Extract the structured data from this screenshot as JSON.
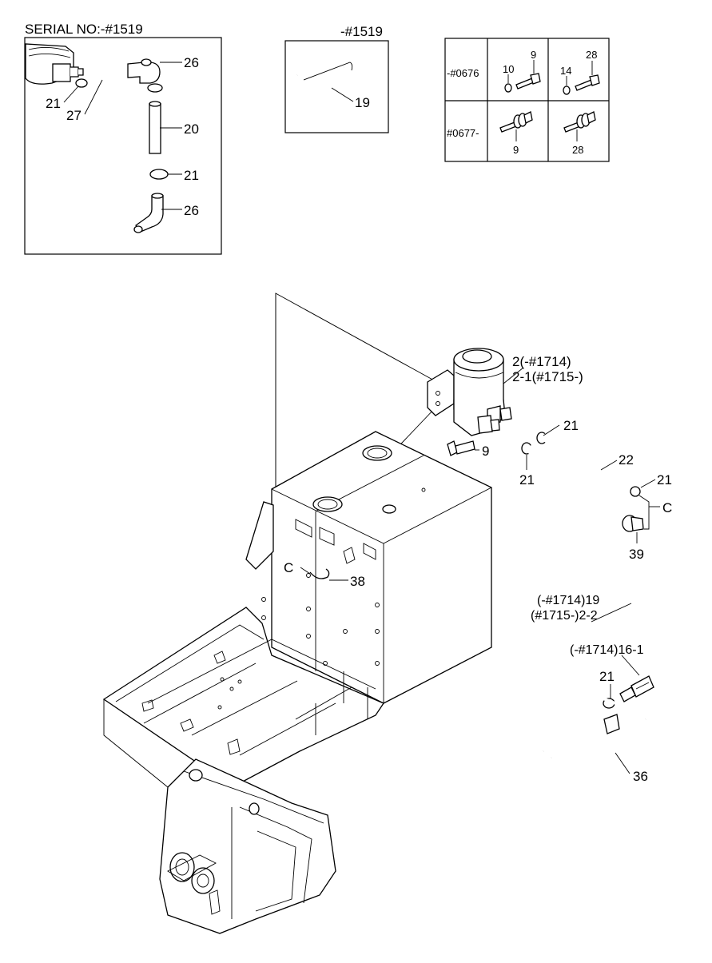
{
  "inset_serial": {
    "title": "SERIAL NO:-#1519",
    "labels": {
      "p26_top": "26",
      "p21_left": "21",
      "p27": "27",
      "p20": "20",
      "p21_mid": "21",
      "p26_bottom": "26"
    }
  },
  "inset_hose": {
    "title": "-#1519",
    "labels": {
      "p19": "19"
    }
  },
  "bolt_table": {
    "row1_label": "-#0676",
    "row2_label": "#0677-",
    "labels": {
      "r1c1_a": "10",
      "r1c1_b": "9",
      "r1c2_a": "14",
      "r1c2_b": "28",
      "r2c1": "9",
      "r2c2": "28"
    }
  },
  "main": {
    "labels": {
      "p2_line1": "2(-#1714)",
      "p2_line2": "2-1(#1715-)",
      "p21_a": "21",
      "p9": "9",
      "p21_b": "21",
      "p22": "22",
      "p21_c": "21",
      "c_right": "C",
      "p39": "39",
      "c_left": "C",
      "p38": "38",
      "p19_line1": "(-#1714)19",
      "p19_line2": "(#1715-)2-2",
      "p16_1": "(-#1714)16-1",
      "p21_d": "21",
      "p36": "36"
    }
  }
}
